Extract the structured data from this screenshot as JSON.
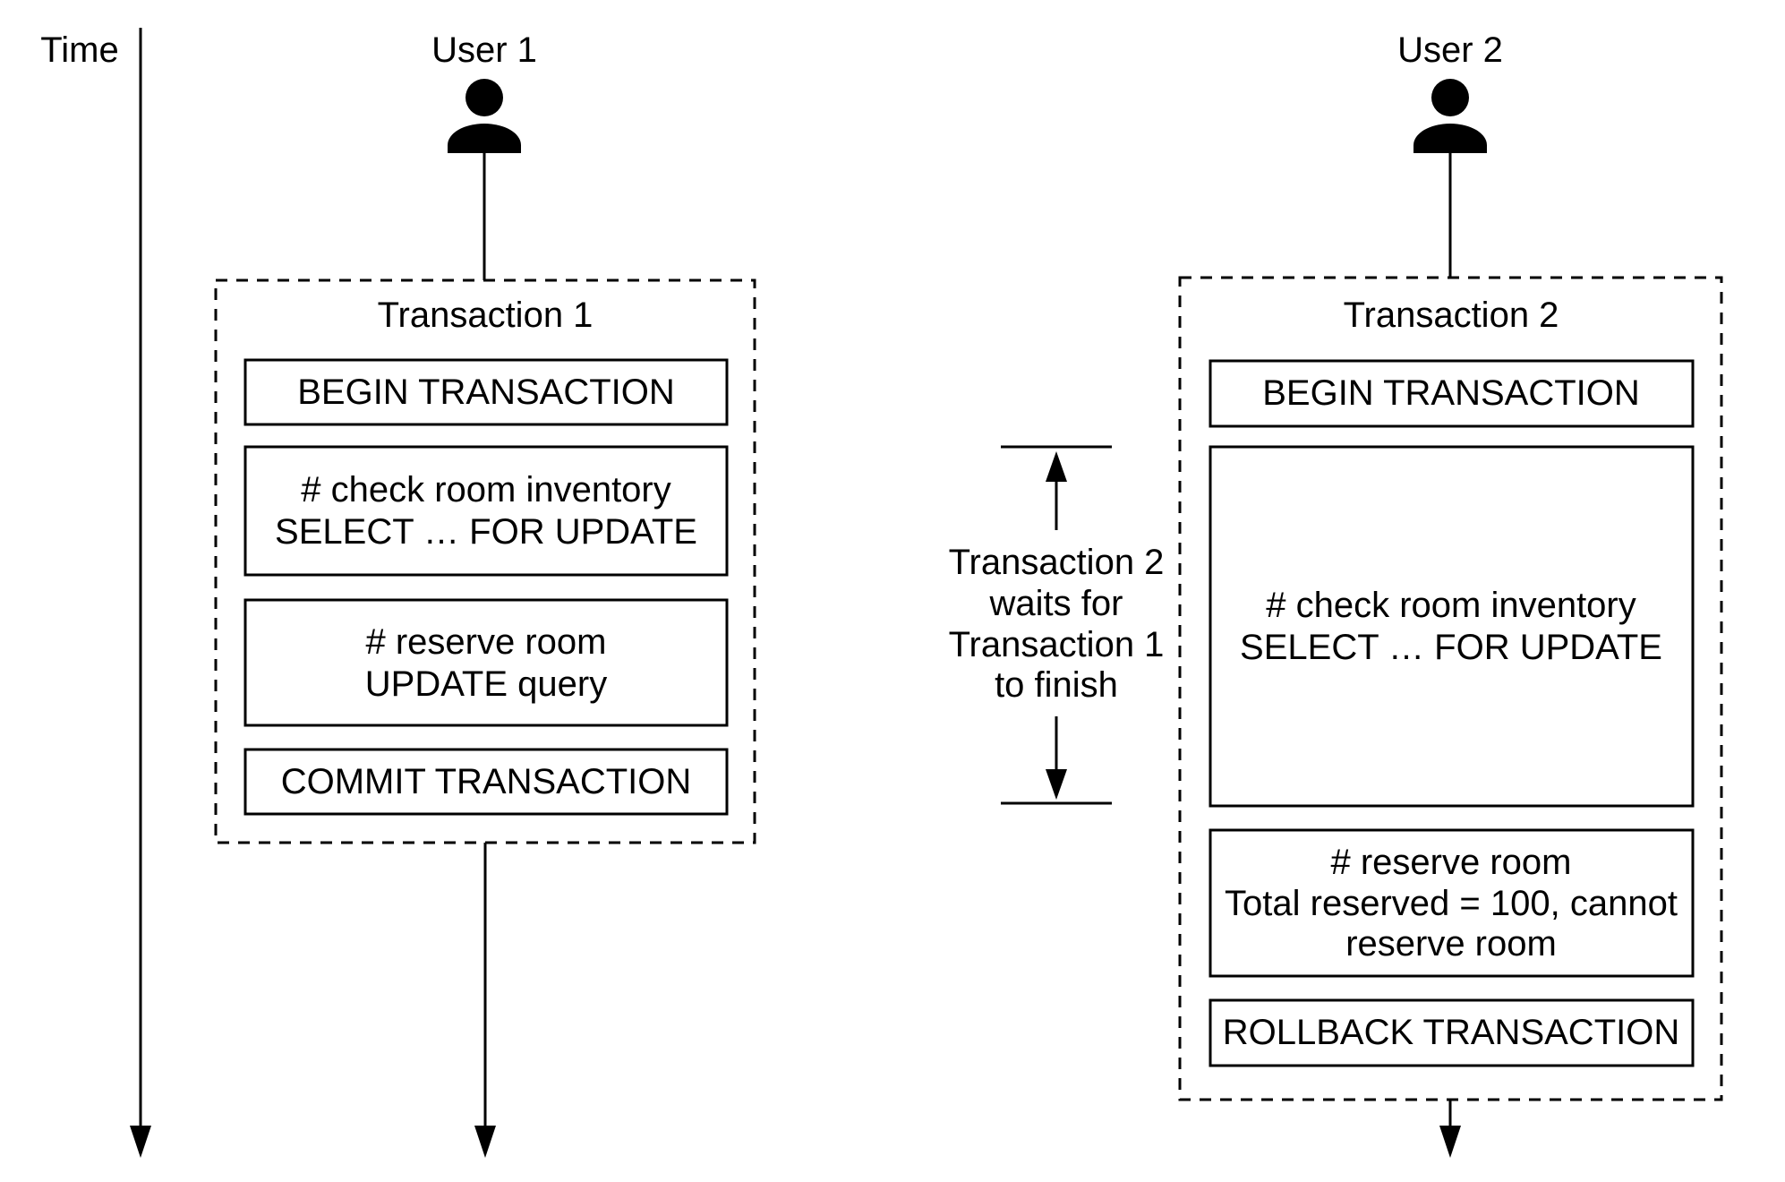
{
  "canvas": {
    "background_color": "#ffffff",
    "ink_color": "#000000"
  },
  "time_axis": {
    "label": "Time"
  },
  "user1": {
    "label": "User 1",
    "icon": "person-icon"
  },
  "user2": {
    "label": "User 2",
    "icon": "person-icon"
  },
  "transaction1": {
    "title": "Transaction 1",
    "steps": [
      {
        "lines": [
          "BEGIN TRANSACTION"
        ]
      },
      {
        "lines": [
          "# check room inventory",
          "SELECT … FOR UPDATE"
        ]
      },
      {
        "lines": [
          "# reserve room",
          "UPDATE query"
        ]
      },
      {
        "lines": [
          "COMMIT TRANSACTION"
        ]
      }
    ]
  },
  "transaction2": {
    "title": "Transaction 2",
    "steps": [
      {
        "lines": [
          "BEGIN TRANSACTION"
        ]
      },
      {
        "lines": [
          "# check room inventory",
          "SELECT … FOR UPDATE"
        ]
      },
      {
        "lines": [
          "# reserve room",
          "Total reserved = 100, cannot",
          "reserve room"
        ]
      },
      {
        "lines": [
          "ROLLBACK TRANSACTION"
        ]
      }
    ]
  },
  "wait_annotation": {
    "lines": [
      "Transaction 2",
      "waits for",
      "Transaction 1",
      "to finish"
    ]
  }
}
